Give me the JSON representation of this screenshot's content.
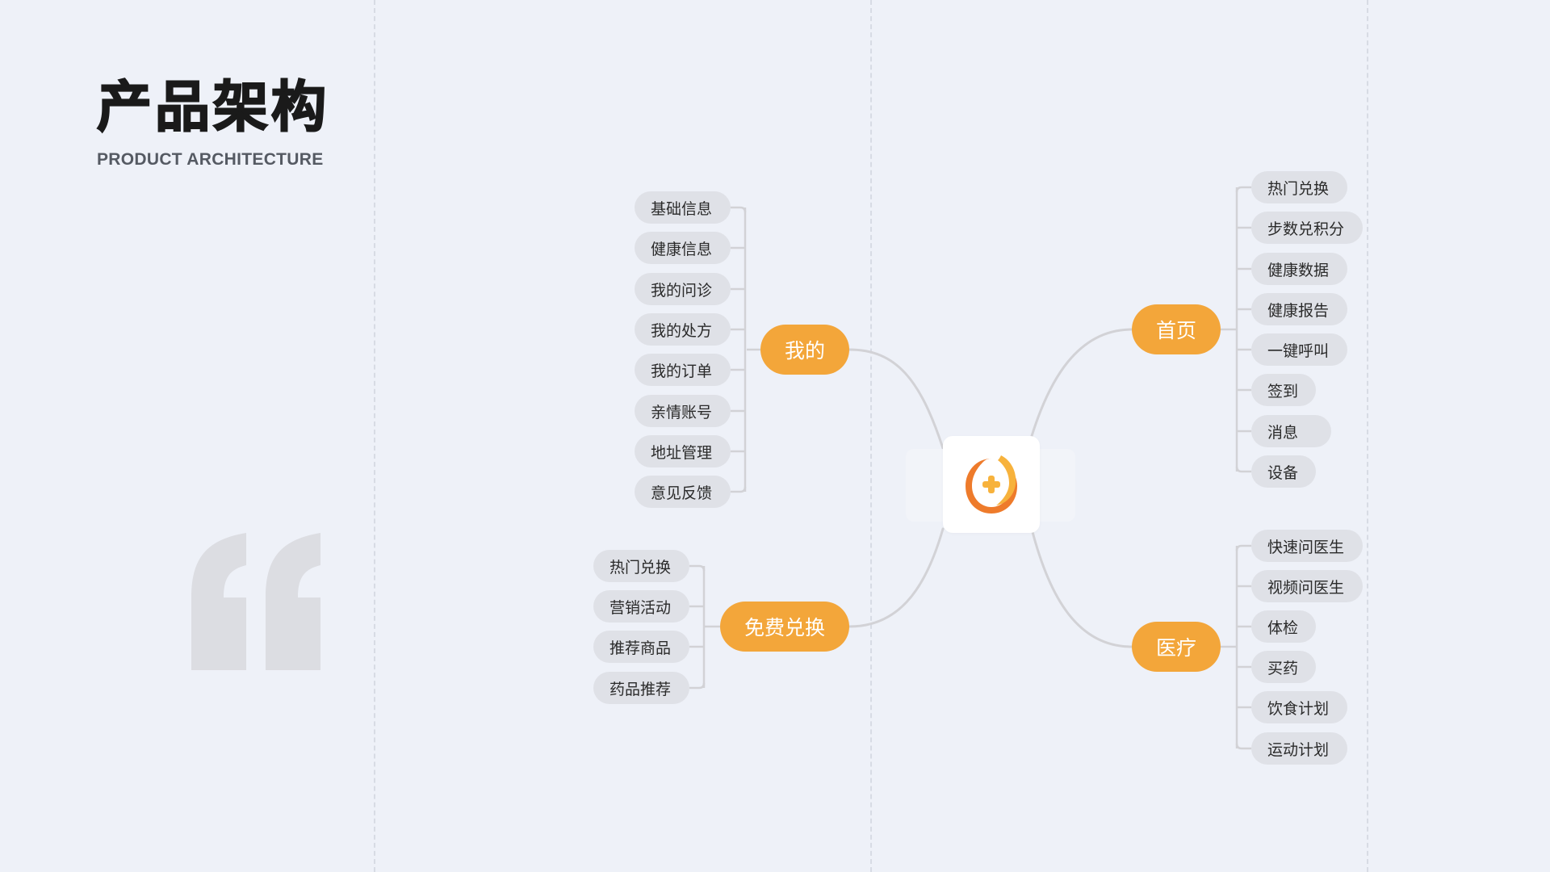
{
  "header": {
    "title": "产品架构",
    "subtitle": "PRODUCT ARCHITECTURE"
  },
  "colors": {
    "background": "#eef1f8",
    "branch": "#f3a63a",
    "leaf": "#dfe1e7",
    "connector": "#d2d2d6",
    "logo_orange": "#ee7b2b",
    "logo_yellow": "#f7b23c"
  },
  "center": {
    "icon": "health-plus-logo-icon"
  },
  "branches": {
    "mine": {
      "label": "我的",
      "items": [
        "基础信息",
        "健康信息",
        "我的问诊",
        "我的处方",
        "我的订单",
        "亲情账号",
        "地址管理",
        "意见反馈"
      ]
    },
    "exchange": {
      "label": "免费兑换",
      "items": [
        "热门兑换",
        "营销活动",
        "推荐商品",
        "药品推荐"
      ]
    },
    "home": {
      "label": "首页",
      "items": [
        "热门兑换",
        "步数兑积分",
        "健康数据",
        "健康报告",
        "一键呼叫",
        "签到",
        "消息",
        "设备"
      ]
    },
    "medical": {
      "label": "医疗",
      "items": [
        "快速问医生",
        "视频问医生",
        "体检",
        "买药",
        "饮食计划",
        "运动计划"
      ]
    }
  }
}
